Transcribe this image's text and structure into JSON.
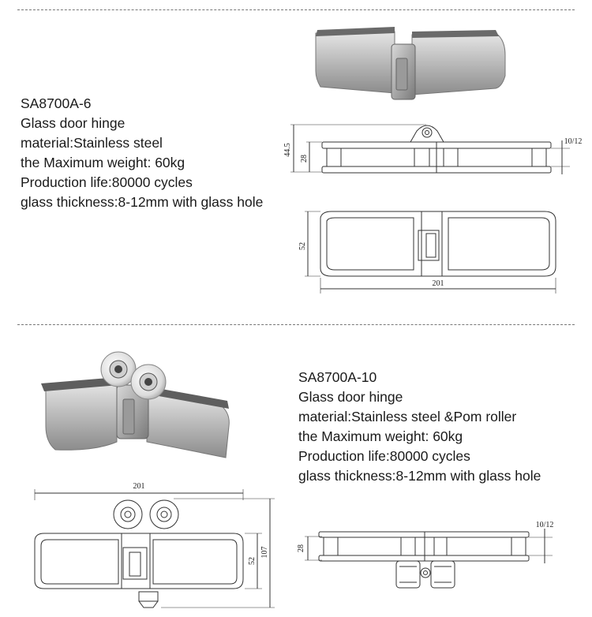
{
  "products": [
    {
      "model": "SA8700A-6",
      "name": "Glass door hinge",
      "material": "material:Stainless steel",
      "max_weight": "the Maximum weight: 60kg",
      "production_life": "Production life:80000 cycles",
      "glass_thickness": "glass thickness:8-12mm with glass hole",
      "dimensions": {
        "height_total": "44.5",
        "height": "28",
        "glass": "10/12",
        "width": "52",
        "length": "201"
      }
    },
    {
      "model": "SA8700A-10",
      "name": "Glass door hinge",
      "material": "material:Stainless steel &Pom roller",
      "max_weight": "the Maximum weight: 60kg",
      "production_life": "Production life:80000 cycles",
      "glass_thickness": "glass thickness:8-12mm with glass hole",
      "dimensions": {
        "length": "201",
        "width": "52",
        "height_total": "107",
        "height": "28",
        "glass": "10/12"
      }
    }
  ]
}
